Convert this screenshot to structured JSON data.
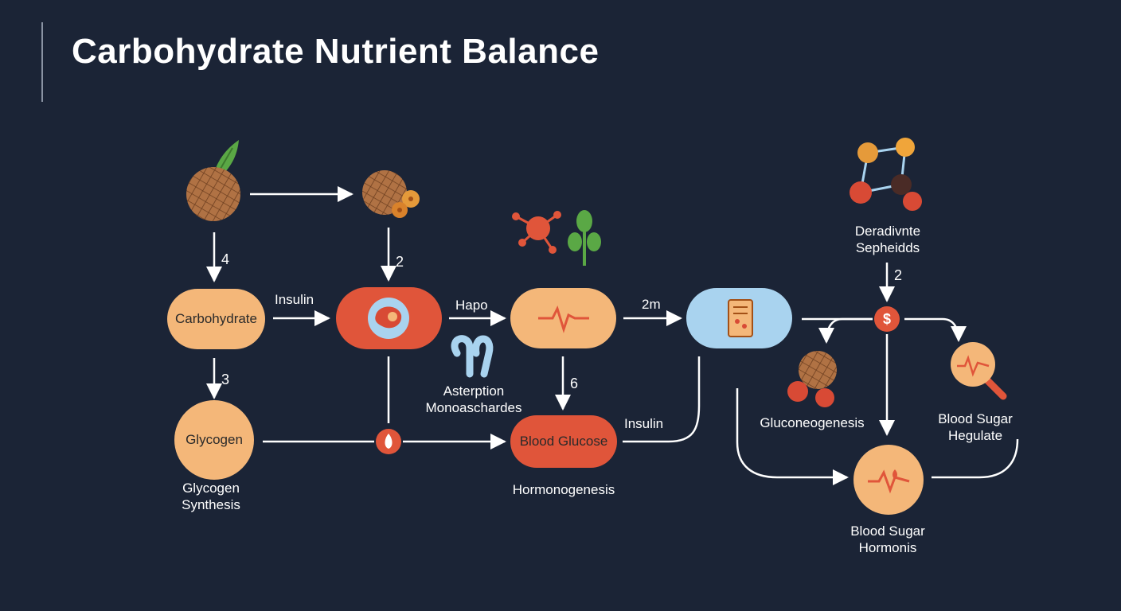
{
  "title": "Carbohydrate Nutrient Balance",
  "nodes": {
    "carbohydrate": "Carbohydrate",
    "glycogen": "Glycogen",
    "blood_glucose": "Blood Glucose"
  },
  "labels": {
    "glycogen_synthesis_1": "Glycogen",
    "glycogen_synthesis_2": "Synthesis",
    "insulin_top": "Insulin",
    "hapo": "Hapo",
    "absorption_1": "Asterption",
    "absorption_2": "Monoaschardes",
    "two_m": "2m",
    "hormonogenesis": "Hormonogenesis",
    "insulin_bottom": "Insulin",
    "deradivnte_1": "Deradivnte",
    "deradivnte_2": "Sepheidds",
    "gluconeogenesis": "Gluconeogenesis",
    "bs_regulate_1": "Blood Sugar",
    "bs_regulate_2": "Hegulate",
    "bs_hormones_1": "Blood Sugar",
    "bs_hormones_2": "Hormonis"
  },
  "step_numbers": {
    "n4": "4",
    "n3": "3",
    "n2a": "2",
    "n6": "6",
    "n2b": "2"
  },
  "icons": {
    "dollar_symbol": "$"
  },
  "colors": {
    "background": "#1b2436",
    "peach": "#f4b779",
    "orange_red": "#e0553a",
    "light_blue": "#a9d3ef",
    "green": "#5aa845",
    "brown": "#a86a3e"
  }
}
